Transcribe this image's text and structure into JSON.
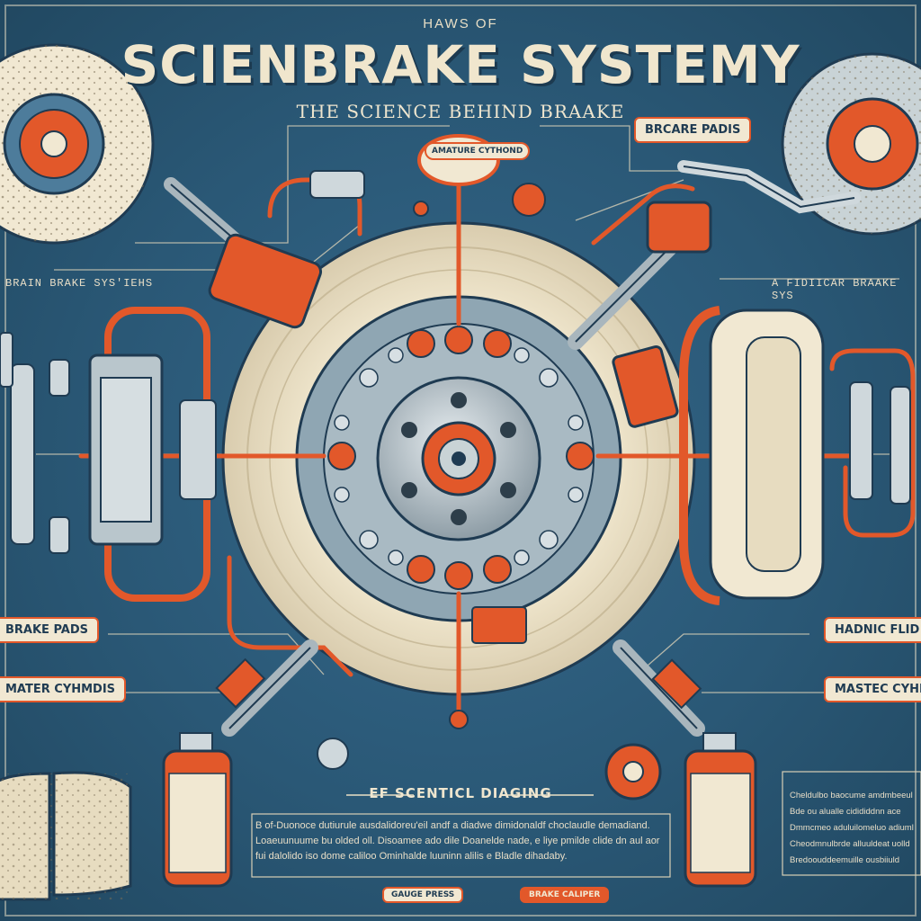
{
  "header": {
    "overline": "HAWS OF",
    "title": "SCIENBRAKE SYSTEMY",
    "subtitle": "THE SCIENCE BEHIND BRAAKE"
  },
  "labels": {
    "brake_pads_top": "BRCARE PADIS",
    "brake_pads_left": "BRAKE PADS",
    "master_cylinder_left": "MATER CYHMDIS",
    "hydraulic_fluid": "HADNIC FLID",
    "master_cylinder_right": "MASTEC CYHID",
    "section_left": "BRAIN BRAKE SYS'IEHS",
    "section_right": "A FIDIICAR BRAAKE SYS",
    "center_badge": "AMATURE CYTHOND",
    "bottom_caption": "EF SCENTICL DIAGING",
    "bottom_badge_left": "GAUGE PRESS",
    "bottom_badge_right": "BRAKE CALIPER"
  },
  "paragraphs": {
    "bottom_line1": "B of-Duonoce dutiurule ausdalidoreu'eil andf a diadwe dimidonaldf choclaudle demadiand.",
    "bottom_line2": "Loaeuunuume bu olded oll. Disoamee ado dile Doanelde nade, e liye pmilde clide dn aul aor",
    "bottom_line3": "fui dalolido iso dome caliloo Ominhalde luuninn alilis e Bladle dihadaby.",
    "right_line1": "Cheldulbo baocume amdmbeeul",
    "right_line2": "Bde ou alualle cidididdnn ace",
    "right_line3": "Dmmcmeo aduluilomeluo adiuml",
    "right_line4": "Cheodmnulbrde alluuldeat uolld",
    "right_line5": "Bredoouddeemuille ousbiiuld"
  },
  "colors": {
    "background": "#2a5876",
    "accent": "#e2582a",
    "cream": "#f1e8d2",
    "steel": "#a9b6bd"
  }
}
